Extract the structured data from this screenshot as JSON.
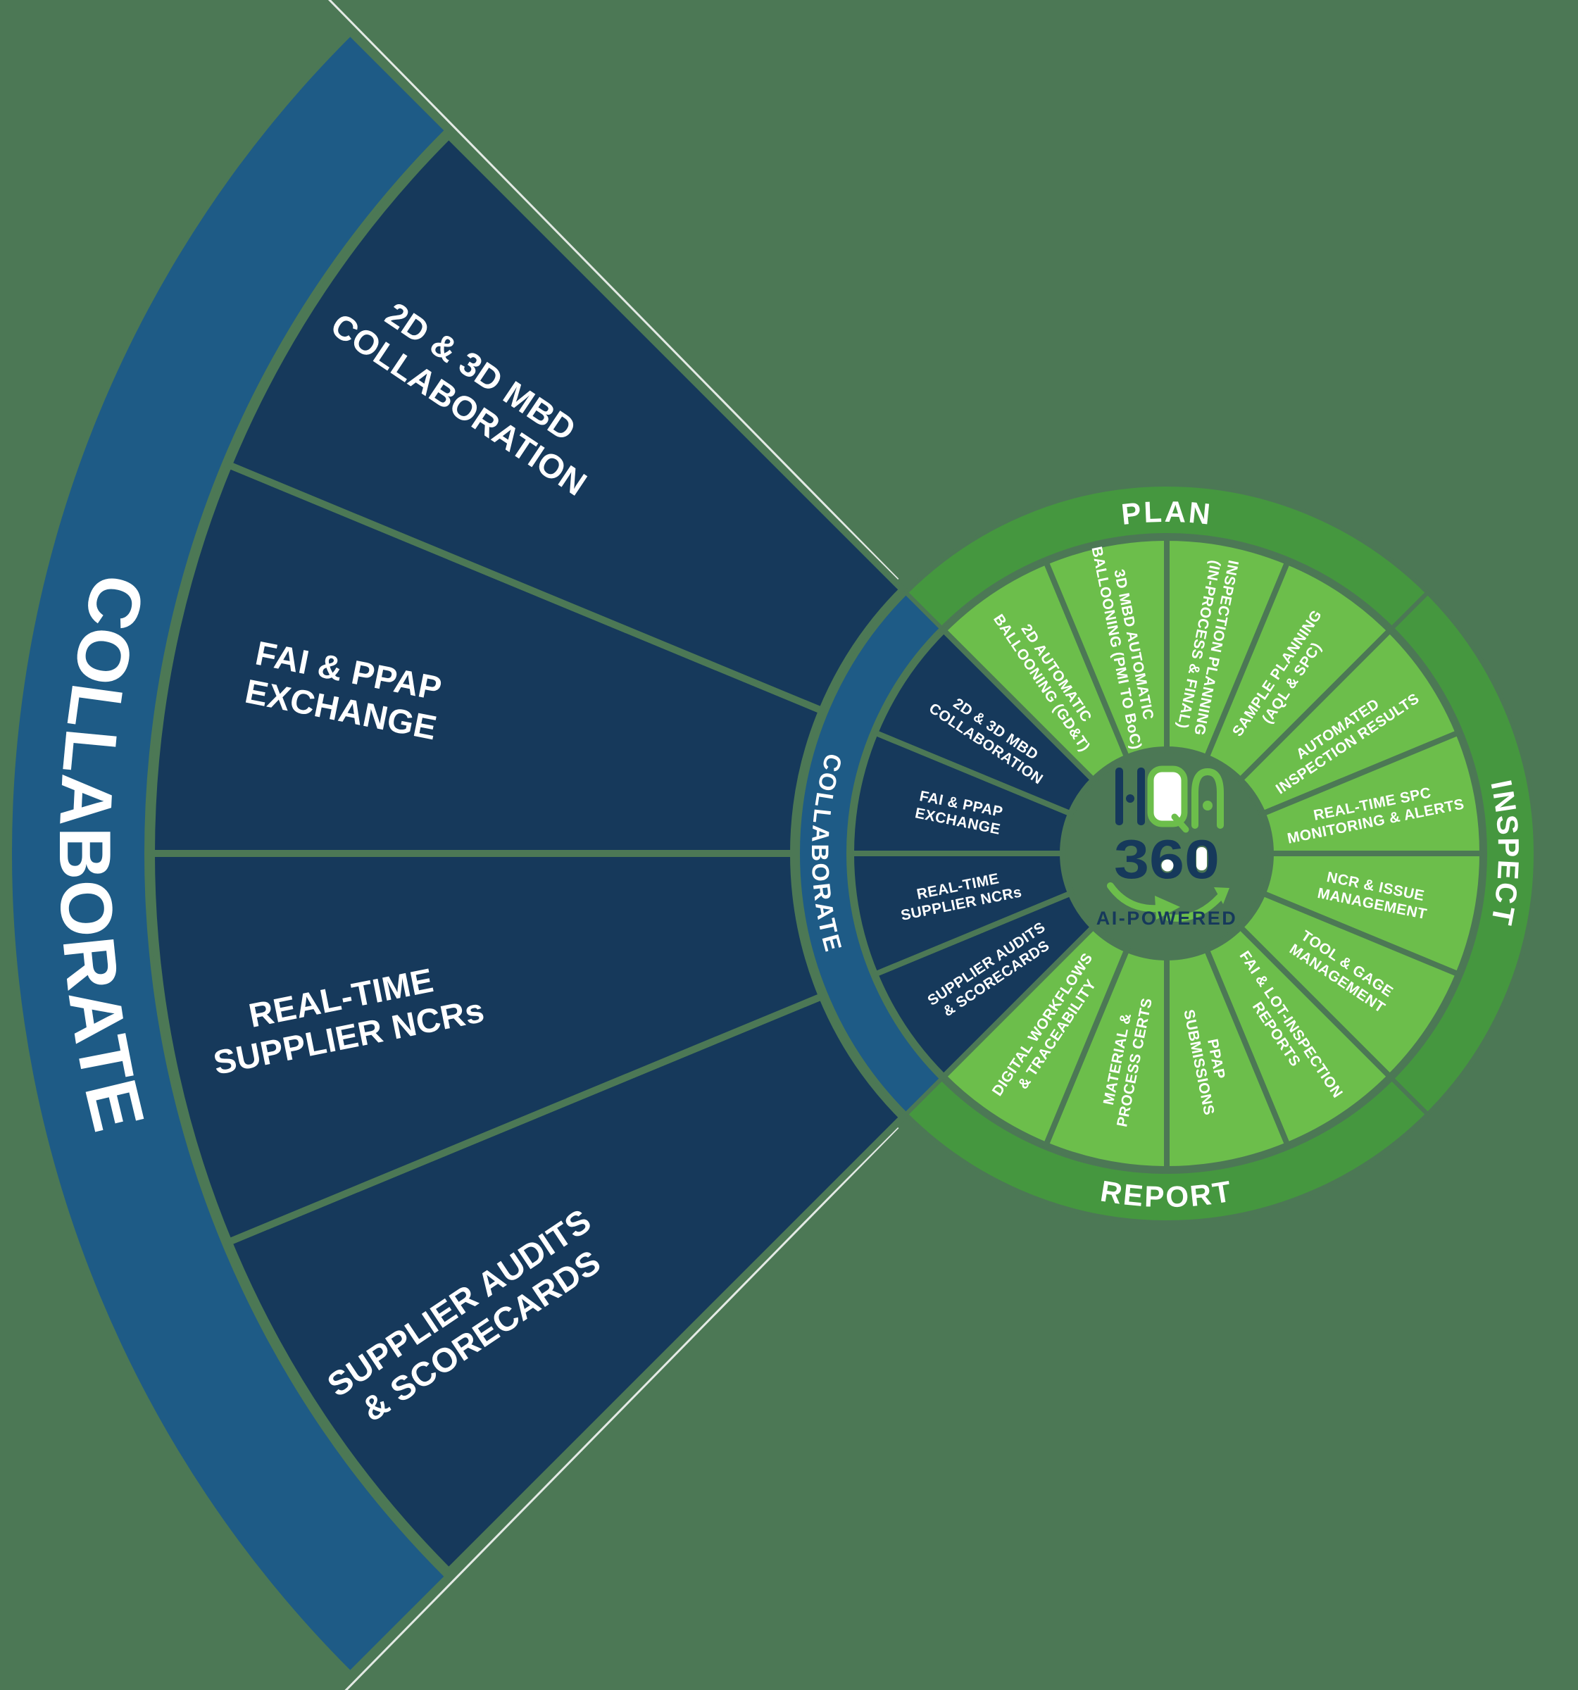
{
  "colors": {
    "background": "#4C7855",
    "segment_green": "#6CBE4B",
    "ring_green": "#45973F",
    "segment_navy": "#16395B",
    "accent_blue": "#1E5B86",
    "text_white": "#FFFFFF"
  },
  "hub": {
    "logo_word": "HQA",
    "logo_number": "360",
    "logo_tagline": "AI-POWERED"
  },
  "wheel": {
    "quadrants": [
      {
        "id": "plan",
        "ring_label": "PLAN",
        "style": "green",
        "segments": [
          {
            "lines": [
              "2D AUTOMATIC",
              "BALLOONING (GD&T)"
            ]
          },
          {
            "lines": [
              "3D MBD AUTOMATIC",
              "BALLOONING (PMI TO BoC)"
            ]
          },
          {
            "lines": [
              "INSPECTION PLANNING",
              "(IN-PROCESS & FINAL)"
            ]
          },
          {
            "lines": [
              "SAMPLE PLANNING",
              "(AQL & SPC)"
            ]
          }
        ]
      },
      {
        "id": "inspect",
        "ring_label": "INSPECT",
        "style": "green",
        "segments": [
          {
            "lines": [
              "AUTOMATED",
              "INSPECTION RESULTS"
            ]
          },
          {
            "lines": [
              "REAL-TIME SPC",
              "MONITORING & ALERTS"
            ]
          },
          {
            "lines": [
              "NCR & ISSUE",
              "MANAGEMENT"
            ]
          },
          {
            "lines": [
              "TOOL & GAGE",
              "MANAGEMENT"
            ]
          }
        ]
      },
      {
        "id": "report",
        "ring_label": "REPORT",
        "style": "green",
        "segments": [
          {
            "lines": [
              "FAI & LOT-INSPECTION",
              "REPORTS"
            ]
          },
          {
            "lines": [
              "PPAP",
              "SUBMISSIONS"
            ]
          },
          {
            "lines": [
              "MATERIAL &",
              "PROCESS CERTS"
            ]
          },
          {
            "lines": [
              "DIGITAL WORKFLOWS",
              "& TRACEABILITY"
            ]
          }
        ]
      },
      {
        "id": "collaborate",
        "ring_label": "COLLABORATE",
        "style": "navy",
        "segments": [
          {
            "lines": [
              "SUPPLIER AUDITS",
              "& SCORECARDS"
            ]
          },
          {
            "lines": [
              "REAL-TIME",
              "SUPPLIER NCRs"
            ]
          },
          {
            "lines": [
              "FAI & PPAP",
              "EXCHANGE"
            ]
          },
          {
            "lines": [
              "2D & 3D MBD",
              "COLLABORATION"
            ]
          }
        ]
      }
    ]
  },
  "fan": {
    "band_label": "COLLABORATE",
    "segments": [
      {
        "lines": [
          "SUPPLIER AUDITS",
          "& SCORECARDS"
        ]
      },
      {
        "lines": [
          "REAL-TIME",
          "SUPPLIER NCRs"
        ]
      },
      {
        "lines": [
          "FAI & PPAP",
          "EXCHANGE"
        ]
      },
      {
        "lines": [
          "2D & 3D MBD",
          "COLLABORATION"
        ]
      }
    ]
  }
}
